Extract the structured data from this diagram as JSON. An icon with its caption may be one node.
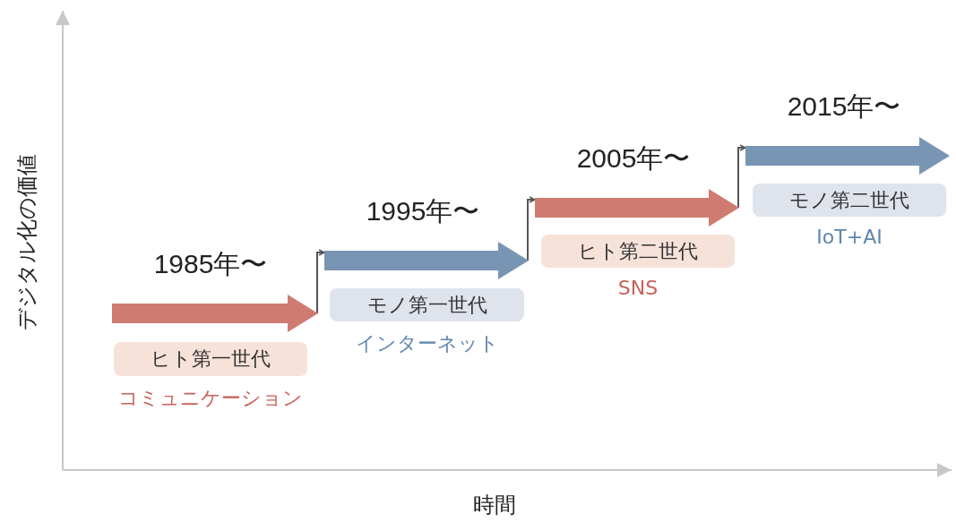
{
  "diagram": {
    "nodes": [
      {
        "text": [],
        "shape": "arrow",
        "beside": [
          "1985年〜"
        ]
      },
      {
        "text": [],
        "shape": "arrow",
        "beside": [
          "1995年〜"
        ]
      },
      {
        "text": [],
        "shape": "arrow",
        "beside": [
          "2005年〜"
        ]
      },
      {
        "text": [],
        "shape": "arrow",
        "beside": [
          "2015年〜"
        ]
      },
      {
        "text": [
          "ヒト第一世代"
        ],
        "beside": [
          "コミュニケーション"
        ]
      },
      {
        "text": [
          "モノ第一世代"
        ],
        "beside": [
          "インターネット"
        ]
      },
      {
        "text": [
          "ヒト第二世代"
        ],
        "beside": [
          "SNS"
        ]
      },
      {
        "text": [
          "モノ第二世代"
        ],
        "beside": [
          "IoT+AI"
        ]
      }
    ],
    "edges": [
      {
        "from": 0,
        "to": 1,
        "arrow": "to"
      },
      {
        "from": 1,
        "to": 2,
        "arrow": "to"
      },
      {
        "from": 2,
        "to": 3,
        "arrow": "to"
      }
    ],
    "labels": [
      "デジタル化の価値",
      "時間"
    ]
  }
}
